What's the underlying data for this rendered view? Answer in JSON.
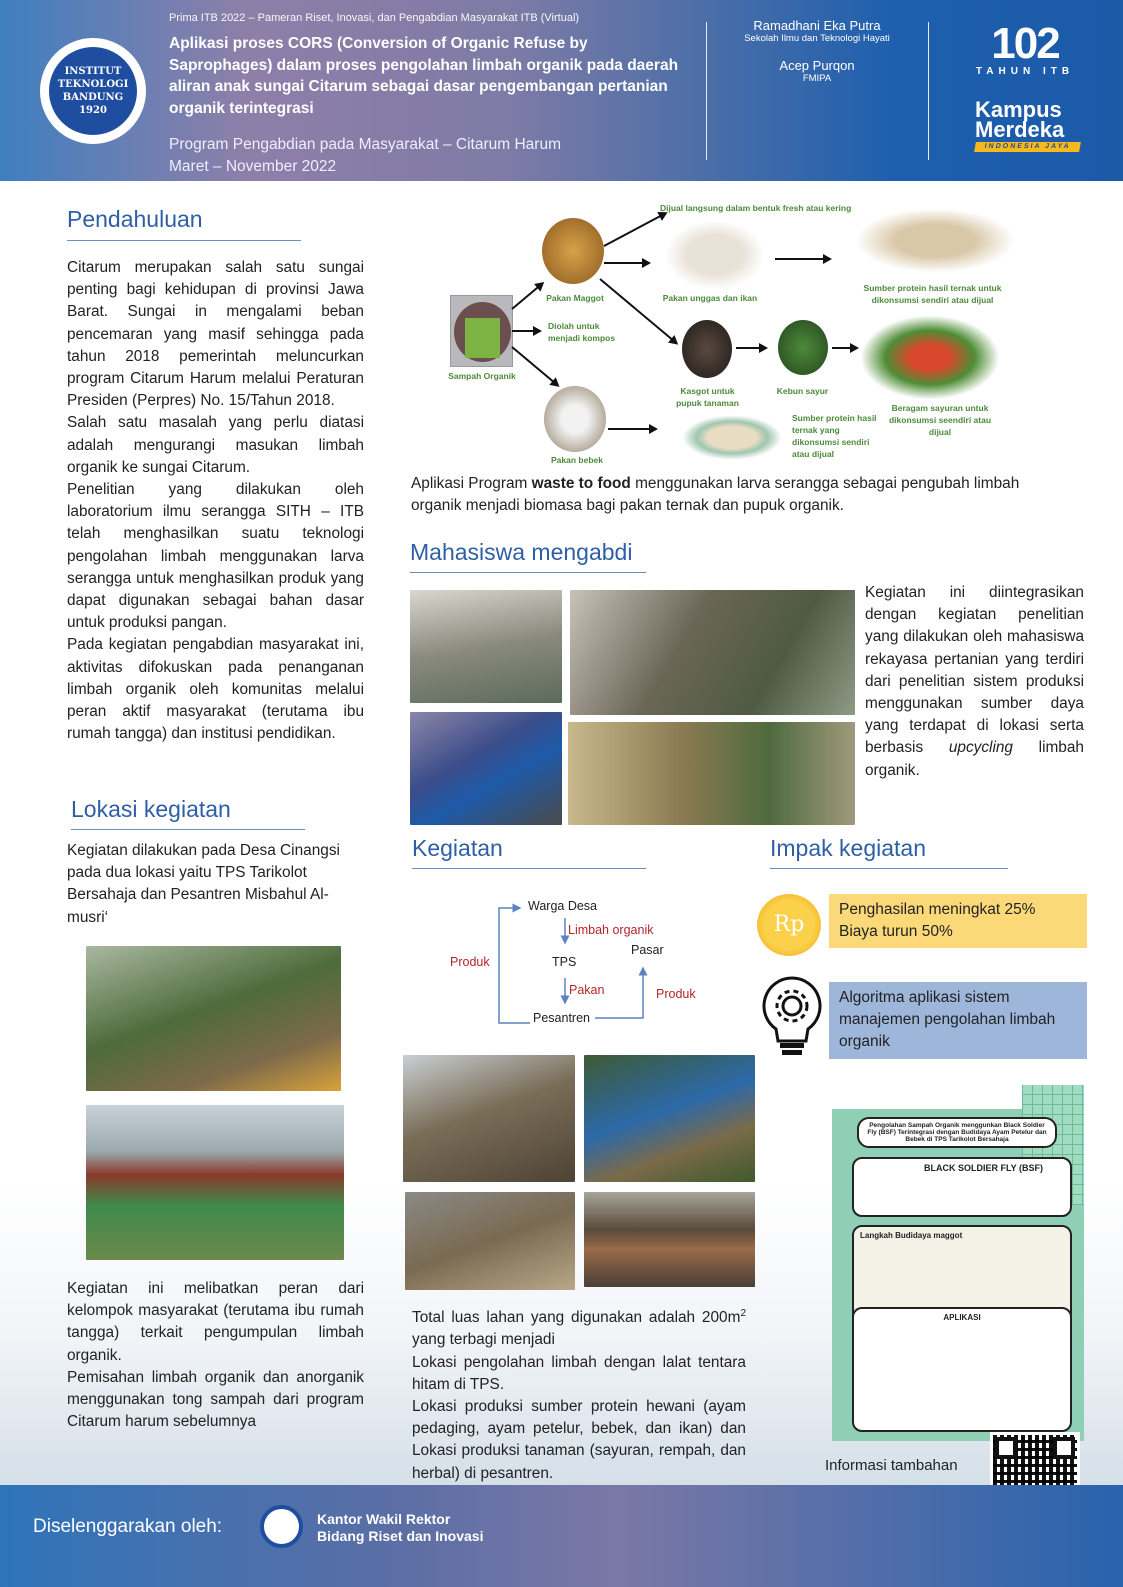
{
  "header": {
    "event": "Prima ITB 2022 – Pameran Riset, Inovasi, dan Pengabdian Masyarakat ITB (Virtual)",
    "title": "Aplikasi proses CORS (Conversion of Organic Refuse by Saprophages) dalam proses pengolahan limbah organik pada daerah aliran anak sungai Citarum sebagai dasar pengembangan pertanian organik terintegrasi",
    "program": "Program Pengabdian pada Masyarakat – Citarum Harum",
    "period": "Maret – November 2022",
    "authors": [
      {
        "name": "Ramadhani Eka Putra",
        "affiliation": "Sekolah Ilmu dan Teknologi Hayati"
      },
      {
        "name": "Acep Purqon",
        "affiliation": "FMIPA"
      }
    ],
    "logo_itb": "INSTITUT TEKNOLOGI BANDUNG 1920",
    "logo_102": {
      "number": "102",
      "text": "TAHUN ITB"
    },
    "logo_kampus": {
      "line1": "Kampus",
      "line2": "Merdeka",
      "band": "INDONESIA JAYA"
    }
  },
  "pendahuluan": {
    "heading": "Pendahuluan",
    "paragraphs": [
      "Citarum merupakan salah satu sungai penting bagi kehidupan di provinsi Jawa Barat. Sungai in mengalami beban pencemaran yang masif  sehingga pada tahun 2018 pemerintah meluncurkan program Citarum Harum melalui Peraturan Presiden (Perpres) No. 15/Tahun 2018.",
      "Salah satu masalah yang perlu diatasi adalah mengurangi masukan limbah organik ke sungai Citarum.",
      "Penelitian yang dilakukan oleh laboratorium ilmu serangga SITH – ITB telah menghasilkan suatu teknologi pengolahan limbah menggunakan larva serangga untuk menghasilkan produk yang dapat digunakan sebagai bahan dasar untuk produksi pangan.",
      "Pada kegiatan pengabdian masyarakat ini, aktivitas difokuskan pada penanganan limbah organik oleh komunitas melalui peran aktif masyarakat (terutama ibu rumah tangga) dan institusi pendidikan."
    ]
  },
  "lokasi": {
    "heading": "Lokasi kegiatan",
    "intro": "Kegiatan dilakukan pada Desa Cinangsi pada dua lokasi yaitu TPS Tarikolot Bersahaja dan Pesantren Misbahul Al-musri‘",
    "paragraphs": [
      "Kegiatan ini melibatkan peran dari kelompok masyarakat (terutama ibu rumah tangga) terkait pengumpulan limbah organik.",
      "Pemisahan limbah organik dan anorganik menggunakan tong sampah dari program Citarum harum sebelumnya"
    ]
  },
  "diagram": {
    "sampah": "Sampah Organik",
    "maggot": "Pakan Maggot",
    "kompos": "Diolah untuk menjadi kompos",
    "bebek": "Pakan bebek",
    "dijual": "Dijual langsung dalam bentuk fresh atau kering",
    "unggas": "Pakan unggas dan ikan",
    "protein1": "Sumber protein hasil ternak untuk dikonsumsi sendiri atau dijual",
    "kasgot": "Kasgot untuk pupuk tanaman",
    "kebun": "Kebun sayur",
    "sayuran": "Beragam sayuran untuk  dikonsumsi seendiri atau  dijual",
    "protein2": "Sumber protein hasil ternak yang dikonsumsi sendiri atau dijual"
  },
  "caption": {
    "pre": "Aplikasi Program ",
    "bold": "waste to food",
    "post": " menggunakan larva serangga sebagai pengubah limbah organik menjadi biomasa bagi pakan ternak dan pupuk organik."
  },
  "mahasiswa": {
    "heading": "Mahasiswa mengabdi",
    "text_pre": "Kegiatan ini diintegrasikan dengan kegiatan penelitian yang dilakukan oleh mahasiswa rekayasa pertanian yang terdiri dari penelitian sistem produksi menggunakan sumber daya yang terdapat di lokasi serta berbasis ",
    "text_em": "upcycling",
    "text_post": " limbah organik."
  },
  "kegiatan": {
    "heading": "Kegiatan",
    "flow": {
      "warga": "Warga Desa",
      "limbah": "Limbah organik",
      "tps": "TPS",
      "pasar": "Pasar",
      "produk_left": "Produk",
      "pakan": "Pakan",
      "produk_right": "Produk",
      "pesantren": "Pesantren"
    },
    "text_a": "Total luas lahan yang digunakan adalah 200m",
    "text_sup": "2",
    "text_b": " yang terbagi menjadi",
    "items": [
      "Lokasi pengolahan limbah dengan lalat tentara hitam di TPS.",
      "Lokasi produksi sumber protein hewani (ayam pedaging, ayam petelur, bebek, dan ikan) dan Lokasi produksi tanaman (sayuran, rempah, dan herbal) di pesantren."
    ]
  },
  "impak": {
    "heading": "Impak kegiatan",
    "coin_symbol": "Rp",
    "box1": [
      "Penghasilan meningkat 25%",
      "Biaya turun 50%"
    ],
    "box2": "Algoritma aplikasi sistem manajemen pengolahan limbah organik",
    "colors": {
      "box1": "#fbd978",
      "box2": "#9db6da"
    },
    "mini_poster": {
      "title": "Pengolahan Sampah Organik menggunkan Black Soldier Fly (BSF) Terintegrasi dengan Budidaya Ayam Petelur dan Bebek di TPS Tarikolot Bersahaja",
      "bsf": "BLACK SOLDIER FLY (BSF)",
      "langkah": "Langkah Budidaya maggot",
      "aplikasi": "APLIKASI"
    },
    "info": "Informasi tambahan"
  },
  "footer": {
    "label": "Diselenggarakan oleh:",
    "org1": "Kantor Wakil Rektor",
    "org2": "Bidang Riset dan Inovasi"
  }
}
